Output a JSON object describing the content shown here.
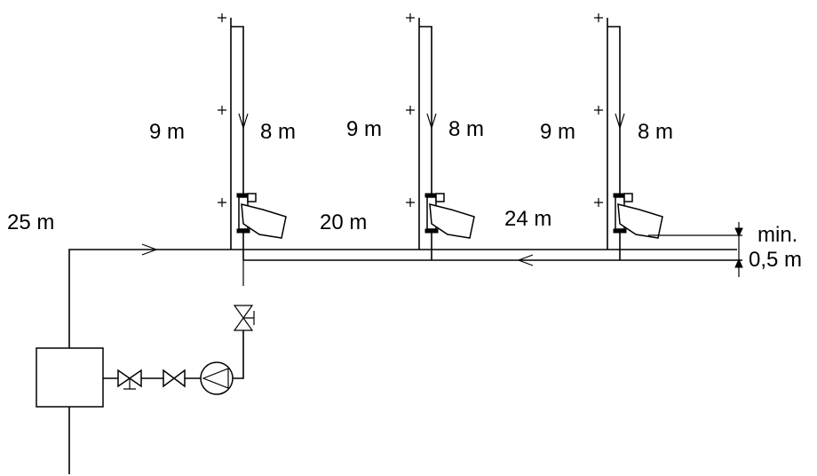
{
  "labels": {
    "supply_length": "25 m",
    "riser_left_1": "9 m",
    "riser_right_1": "8 m",
    "riser_left_2": "9 m",
    "riser_right_2": "8 m",
    "riser_left_3": "9 m",
    "riser_right_3": "8 m",
    "segment_1": "20 m",
    "segment_2": "24 m",
    "spacing_line1": "min.",
    "spacing_line2": "0,5 m"
  },
  "components": {
    "boiler": "boiler-box",
    "pump": "circulation-pump-icon",
    "valves": [
      "gate-valve-icon",
      "check-valve-icon",
      "vertical-gate-valve-icon"
    ],
    "riser_valves": [
      "thermostatic-circulation-valve-icon",
      "thermostatic-circulation-valve-icon",
      "thermostatic-circulation-valve-icon"
    ]
  },
  "colors": {
    "line": "#000000",
    "background": "#ffffff"
  }
}
